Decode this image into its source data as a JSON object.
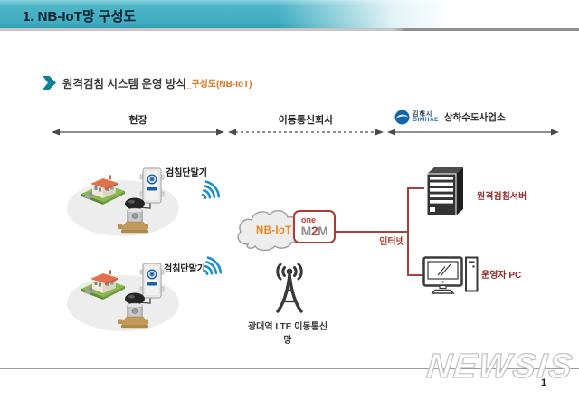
{
  "header": {
    "title": "1. NB-IoT망 구성도"
  },
  "subtitle": {
    "main": "원격검침 시스템 운영 방식",
    "suffix": "_구성도(NB-IoT)"
  },
  "sections": {
    "field": "현장",
    "carrier": "이동통신회사",
    "org_kr": "김해시",
    "org_en": "GIMHAE",
    "office": "상하수도사업소"
  },
  "diagram": {
    "sites": [
      {
        "label": "검침단말기"
      },
      {
        "label": "검침단말기"
      }
    ],
    "cloud_label": "NB-IoT",
    "onem2m": {
      "one": "one",
      "m1": "M",
      "two": "2",
      "m2": "M"
    },
    "internet_label": "인터넷",
    "server_label": "원격검침서버",
    "pc_label": "운영자 PC",
    "lte_label": "광대역 LTE 이동통신망"
  },
  "footer": {
    "watermark": "NEWSIS",
    "page": "1"
  },
  "colors": {
    "header_teal": "#3fadc1",
    "accent_orange": "#e2711d",
    "nbiot_orange": "#f08519",
    "line_red": "#a8403a",
    "label_darkred": "#8e2a2a",
    "onem2m_red": "#c0392b",
    "signal_blue": "#1b8fd0",
    "gimhae_blue": "#1266b0"
  }
}
